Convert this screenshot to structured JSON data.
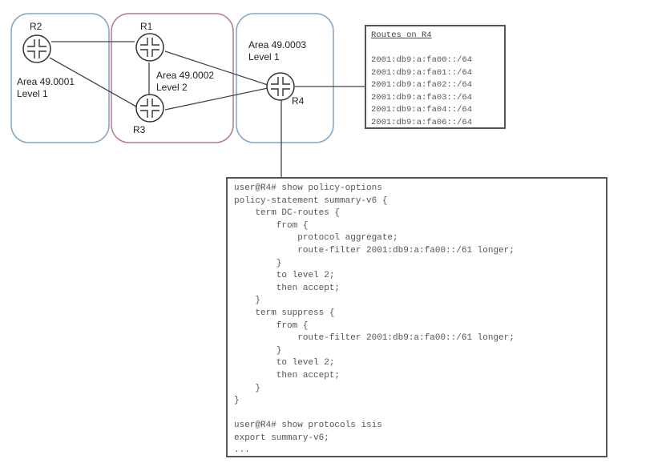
{
  "areas": [
    {
      "id": "area1",
      "label_area": "Area 49.0001",
      "label_level": "Level 1",
      "color": "#7fa6c4"
    },
    {
      "id": "area2",
      "label_area": "Area 49.0002",
      "label_level": "Level 2",
      "color": "#b77a8e"
    },
    {
      "id": "area3",
      "label_area": "Area 49.0003",
      "label_level": "Level 1",
      "color": "#7fa6c4"
    }
  ],
  "routers": {
    "r1": "R1",
    "r2": "R2",
    "r3": "R3",
    "r4": "R4"
  },
  "routes_box": {
    "title": "Routes on R4",
    "routes": [
      "2001:db9:a:fa00::/64",
      "2001:db9:a:fa01::/64",
      "2001:db9:a:fa02::/64",
      "2001:db9:a:fa03::/64",
      "2001:db9:a:fa04::/64",
      "2001:db9:a:fa06::/64"
    ]
  },
  "cli": {
    "lines": [
      "user@R4# show policy-options",
      "policy-statement summary-v6 {",
      "    term DC-routes {",
      "        from {",
      "            protocol aggregate;",
      "            route-filter 2001:db9:a:fa00::/61 longer;",
      "        }",
      "        to level 2;",
      "        then accept;",
      "    }",
      "    term suppress {",
      "        from {",
      "            route-filter 2001:db9:a:fa00::/61 longer;",
      "        }",
      "        to level 2;",
      "        then accept;",
      "    }",
      "}",
      "",
      "user@R4# show protocols isis",
      "export summary-v6;",
      "..."
    ]
  }
}
